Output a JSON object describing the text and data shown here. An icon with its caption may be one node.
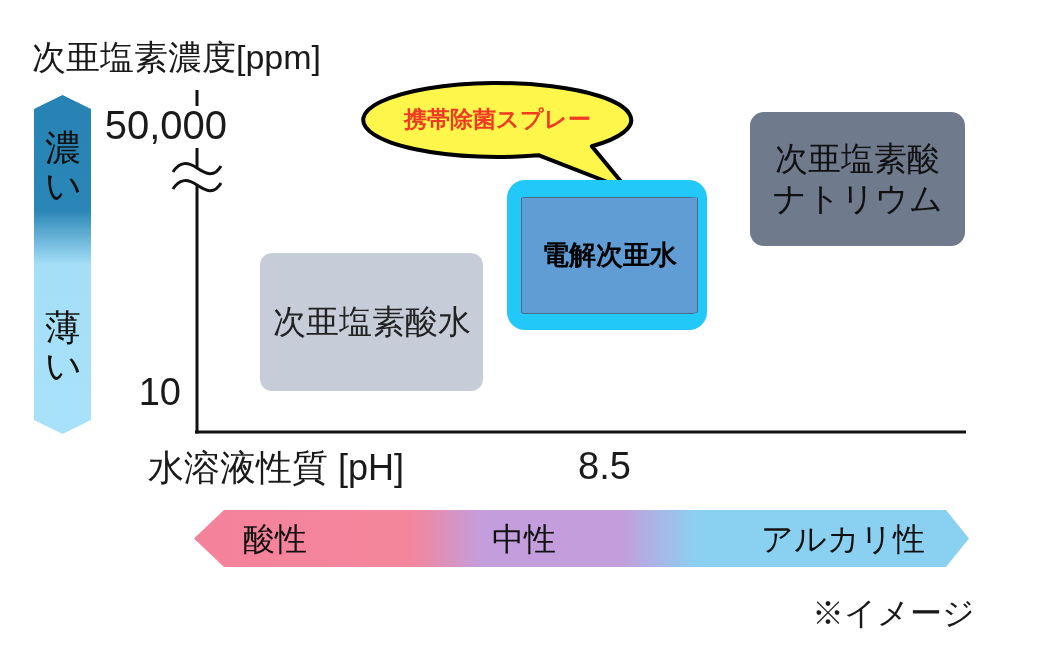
{
  "diagram": {
    "nodes": [
      {
        "text": [
          "携帯除菌スプレー"
        ]
      },
      {
        "text": [
          "次亜塩素酸水"
        ]
      },
      {
        "text": [
          "電解次亜水"
        ]
      },
      {
        "text": [
          "次亜塩素酸ナトリウム"
        ]
      },
      {
        "text": [
          "濃い",
          "薄い"
        ]
      },
      {
        "text": [
          "酸性",
          "中性",
          "アルカリ性"
        ]
      }
    ],
    "labels": [
      "次亜塩素濃度[ppm]",
      "50,000",
      "10",
      "水溶液性質 [pH]",
      "8.5",
      "※イメージ"
    ]
  }
}
